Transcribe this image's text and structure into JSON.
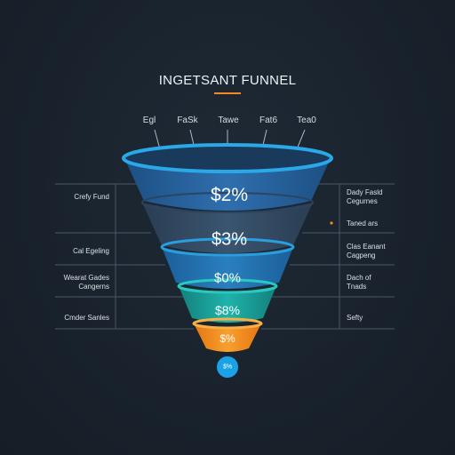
{
  "title": "INGETSANT FUNNEL",
  "top_labels": [
    "Egl",
    "FaSk",
    "Tawe",
    "Fat6",
    "Tea0"
  ],
  "left_labels": [
    {
      "lines": [
        "Crefy Fund"
      ]
    },
    {
      "lines": [
        "Cal Egeling"
      ]
    },
    {
      "lines": [
        "Wearat Gades",
        "Cangerns"
      ]
    },
    {
      "lines": [
        "Cmder Sanles"
      ]
    }
  ],
  "right_labels": [
    {
      "lines": [
        "Dady Fasld",
        "Cegurnes"
      ]
    },
    {
      "lines": [
        "Taned ars"
      ]
    },
    {
      "lines": [
        "Clas Eanant",
        "Cagpeng"
      ]
    },
    {
      "lines": [
        "Dach of",
        "Tnads"
      ]
    },
    {
      "lines": [
        "Sefty"
      ]
    }
  ],
  "stages": [
    {
      "value": "$2%",
      "color": "#2b6aa8"
    },
    {
      "value": "$3%",
      "color": "#2a5e93"
    },
    {
      "value": "$0%",
      "color": "#1f8fc8"
    },
    {
      "value": "$8%",
      "color": "#1aa7a0"
    },
    {
      "value": "$%",
      "color": "#f2891c"
    }
  ],
  "bottom_badge": "$%",
  "colors": {
    "background": "#19222c",
    "rim": "#2aa8e8",
    "accent": "#f28a1e",
    "teal": "#1aa7a0",
    "orange": "#f2891c",
    "badge": "#19a3e6"
  }
}
